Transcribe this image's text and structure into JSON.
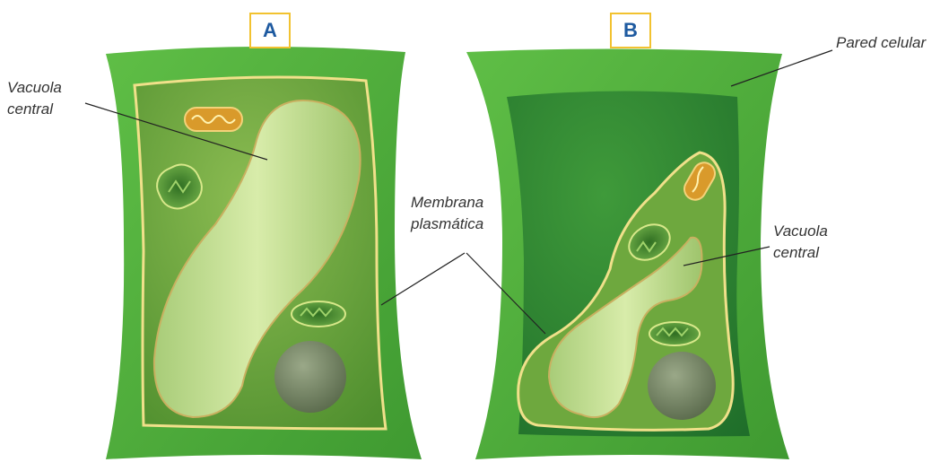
{
  "panels": [
    {
      "letter": "A"
    },
    {
      "letter": "B"
    }
  ],
  "labels": {
    "wall": "Pared celular",
    "vacuole_a": [
      "Vacuola",
      "central"
    ],
    "membrane": [
      "Membrana",
      "plasmática"
    ],
    "vacuole_b": [
      "Vacuola",
      "central"
    ]
  },
  "colors": {
    "cell_wall": "#4fae3b",
    "cytoplasm": "#6aa83e",
    "membrane": "#f0e08a",
    "vacuole": "#cfe6a0",
    "chloroplast": "#3f8a2a",
    "mitochondrion": "#d99a2b",
    "nucleus": "#7a8a68",
    "badge_border": "#f2c230",
    "badge_text": "#1e5aa0"
  }
}
